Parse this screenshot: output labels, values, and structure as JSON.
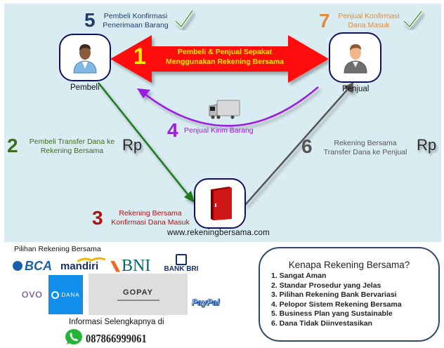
{
  "diagram": {
    "nodes": {
      "buyer": {
        "label": "Pembeli",
        "icon": "person-buyer-icon"
      },
      "seller": {
        "label": "Penjual",
        "icon": "person-seller-icon"
      },
      "escrow": {
        "label": "www.rekeningbersama.com",
        "icon": "safe-icon"
      }
    },
    "steps": [
      {
        "num": "1",
        "lines": [
          "Pembeli & Penjual Sepakat",
          "Menggunakan Rekening Bersama"
        ],
        "color": "#ffee00"
      },
      {
        "num": "2",
        "lines": [
          "Pembeli Transfer Dana ke",
          "Rekening Bersama"
        ],
        "color": "#3d6b1f",
        "currency": "Rp"
      },
      {
        "num": "3",
        "lines": [
          "Rekening Bersama",
          "Konfirmasi Dana Masuk"
        ],
        "color": "#b01010"
      },
      {
        "num": "4",
        "lines": [
          "Penjual Kirim Barang"
        ],
        "color": "#9b1fe0"
      },
      {
        "num": "5",
        "lines": [
          "Pembeli Konfirmasi",
          "Penerimaan Barang"
        ],
        "color": "#1f3c6b"
      },
      {
        "num": "6",
        "lines": [
          "Rekening Bersama",
          "Transfer Dana ke Penjual"
        ],
        "color": "#555555",
        "currency": "Rp"
      },
      {
        "num": "7",
        "lines": [
          "Penjual Konfirmasi",
          "Dana Masuk"
        ],
        "color": "#e08a3a"
      }
    ],
    "colors": {
      "panel_bg": "#d9ecf2",
      "node_border": "#101060",
      "agreement_arrow": "#ff0000",
      "transfer_arrow": "#1a7a1a",
      "shipping_arrow": "#9b1fe0",
      "payout_arrow": "#555555"
    }
  },
  "banks": {
    "title": "Pilihan Rekening Bersama",
    "logos": [
      "BCA",
      "mandiri",
      "BNI",
      "BANK BRI",
      "OVO",
      "DANA",
      "GOPAY",
      "PayPal"
    ]
  },
  "contact": {
    "info": "Informasi Selengkapnya di",
    "phone": "087866999061",
    "icon": "whatsapp-icon"
  },
  "why": {
    "title": "Kenapa Rekening Bersama?",
    "items": [
      "1. Sangat Aman",
      "2. Standar Prosedur yang Jelas",
      "3. Pilihan Rekening Bank Bervariasi",
      "4. Pelopor Sistem Rekening Bersama",
      "5. Business Plan yang Sustainable",
      "6. Dana Tidak Diinvestasikan"
    ]
  }
}
